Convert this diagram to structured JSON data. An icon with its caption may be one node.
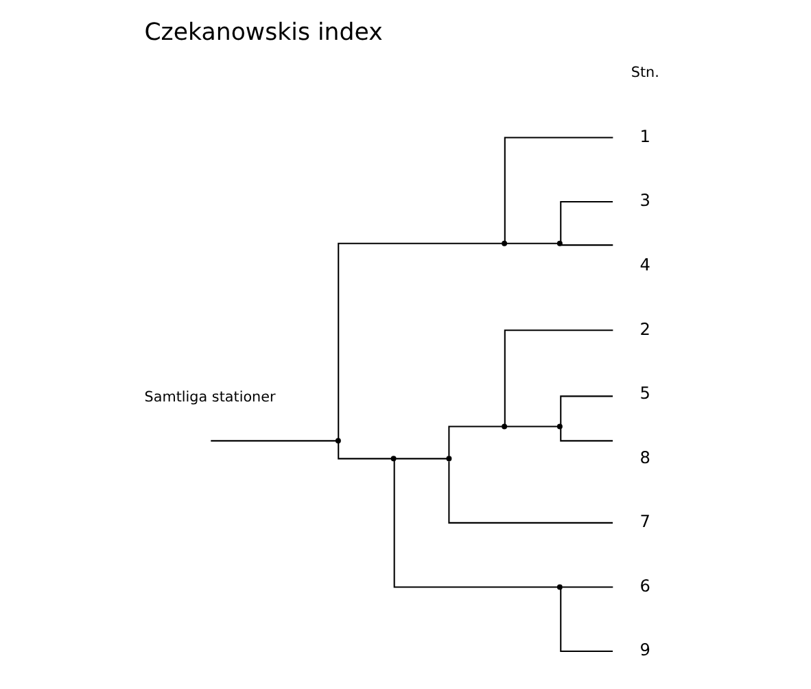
{
  "diagram": {
    "title": "Czekanowskis index",
    "nodes": [
      {
        "text": [],
        "shape": "point"
      },
      {
        "text": [],
        "shape": "point"
      },
      {
        "text": [
          "1"
        ]
      },
      {
        "text": [],
        "shape": "point"
      },
      {
        "text": [
          "3"
        ]
      },
      {
        "text": [
          "4"
        ]
      },
      {
        "text": [],
        "shape": "point"
      },
      {
        "text": [],
        "shape": "point"
      },
      {
        "text": [],
        "shape": "point"
      },
      {
        "text": [
          "2"
        ]
      },
      {
        "text": [],
        "shape": "point"
      },
      {
        "text": [
          "5"
        ]
      },
      {
        "text": [
          "8"
        ]
      },
      {
        "text": [
          "7"
        ]
      },
      {
        "text": [],
        "shape": "point"
      },
      {
        "text": [
          "6"
        ]
      },
      {
        "text": [
          "9"
        ]
      }
    ],
    "edges": [
      {
        "from": null,
        "to": 0,
        "arrow": "none"
      },
      {
        "from": 0,
        "to": 1,
        "arrow": "none"
      },
      {
        "from": 1,
        "to": 2,
        "arrow": "none"
      },
      {
        "from": 1,
        "to": 3,
        "arrow": "none"
      },
      {
        "from": 3,
        "to": 4,
        "arrow": "none"
      },
      {
        "from": 3,
        "to": 5,
        "arrow": "none"
      },
      {
        "from": 0,
        "to": 6,
        "arrow": "none"
      },
      {
        "from": 6,
        "to": 7,
        "arrow": "none"
      },
      {
        "from": 7,
        "to": 8,
        "arrow": "none"
      },
      {
        "from": 8,
        "to": 9,
        "arrow": "none"
      },
      {
        "from": 8,
        "to": 10,
        "arrow": "none"
      },
      {
        "from": 10,
        "to": 11,
        "arrow": "none"
      },
      {
        "from": 10,
        "to": 12,
        "arrow": "none"
      },
      {
        "from": 7,
        "to": 13,
        "arrow": "none"
      },
      {
        "from": 6,
        "to": 14,
        "arrow": "none"
      },
      {
        "from": 14,
        "to": 15,
        "arrow": "none"
      },
      {
        "from": 14,
        "to": 16,
        "arrow": "none"
      }
    ],
    "labels": [
      "Samtliga stationer",
      "Stn."
    ]
  }
}
